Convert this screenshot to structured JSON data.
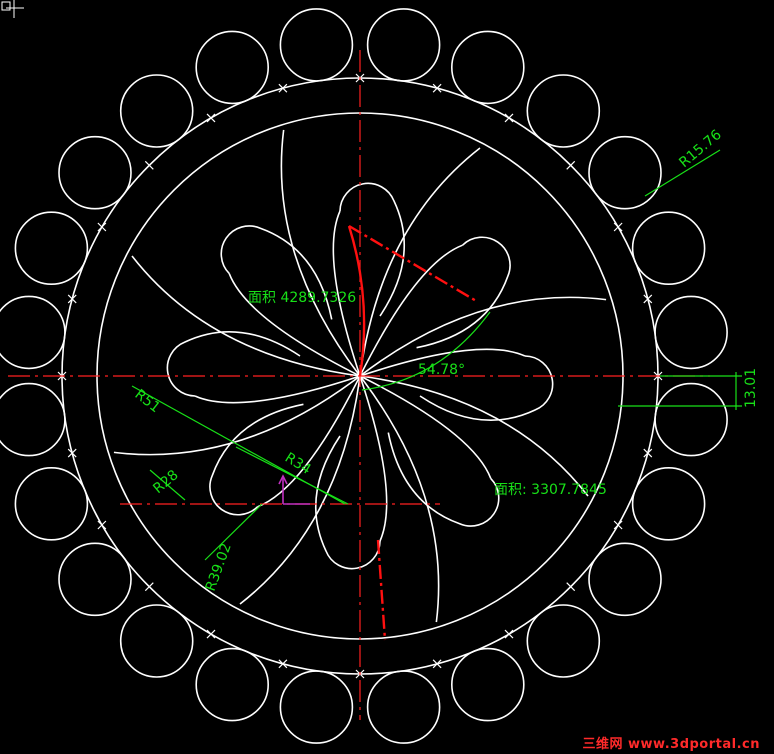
{
  "drawing": {
    "colors": {
      "background": "#000000",
      "geometry": "#ffffff",
      "center_lines": "#ff2020",
      "dimensions": "#18e018",
      "highlight": "#ff1010",
      "ucs": "#c030c0"
    },
    "area_labels": {
      "upper": "面积 4289.7326",
      "lower": "面积: 3307.7845"
    },
    "dimensions": {
      "r15": "R15.76",
      "dist": "13.01",
      "angle": "54.78°",
      "r51": "R51",
      "r34": "R34",
      "r28": "R28",
      "r9": "R39.02"
    },
    "outer_circle_count": 24,
    "blade_count": 8
  },
  "watermark": {
    "cn": "三维网",
    "url": "www.3dportal.cn"
  }
}
